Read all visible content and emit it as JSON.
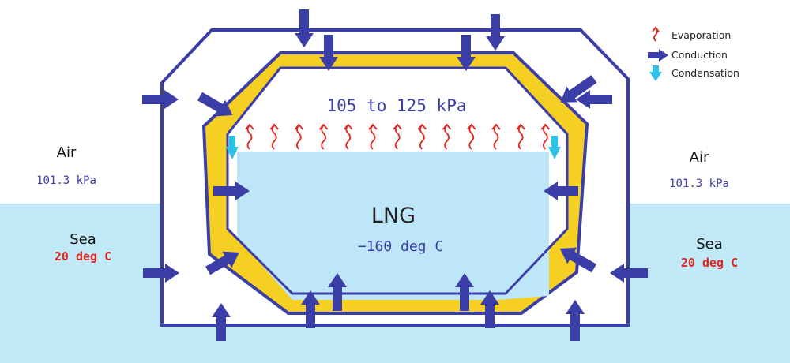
{
  "legend": {
    "evaporation": "Evaporation",
    "conduction": "Conduction",
    "condensation": "Condensation"
  },
  "left_side": {
    "air_label": "Air",
    "air_pressure": "101.3 kPa",
    "sea_label": "Sea",
    "sea_temp": "20 deg C"
  },
  "right_side": {
    "air_label": "Air",
    "air_pressure": "101.3 kPa",
    "sea_label": "Sea",
    "sea_temp": "20 deg C"
  },
  "tank": {
    "vapor_pressure": "105 to 125 kPa",
    "liquid_label": "LNG",
    "liquid_temp": "−160 deg C"
  },
  "colors": {
    "sea": "#c2e9f8",
    "lng": "#bde6f8",
    "insulation": "#f5cf22",
    "hull": "#3c3ea8",
    "conduction_arrow": "#3c3ea8",
    "evaporation_arrow": "#e0261e",
    "condensation_arrow": "#2ec2e6",
    "pressure_text": "#3c3ea8",
    "temperature_text": "#e0261e"
  }
}
